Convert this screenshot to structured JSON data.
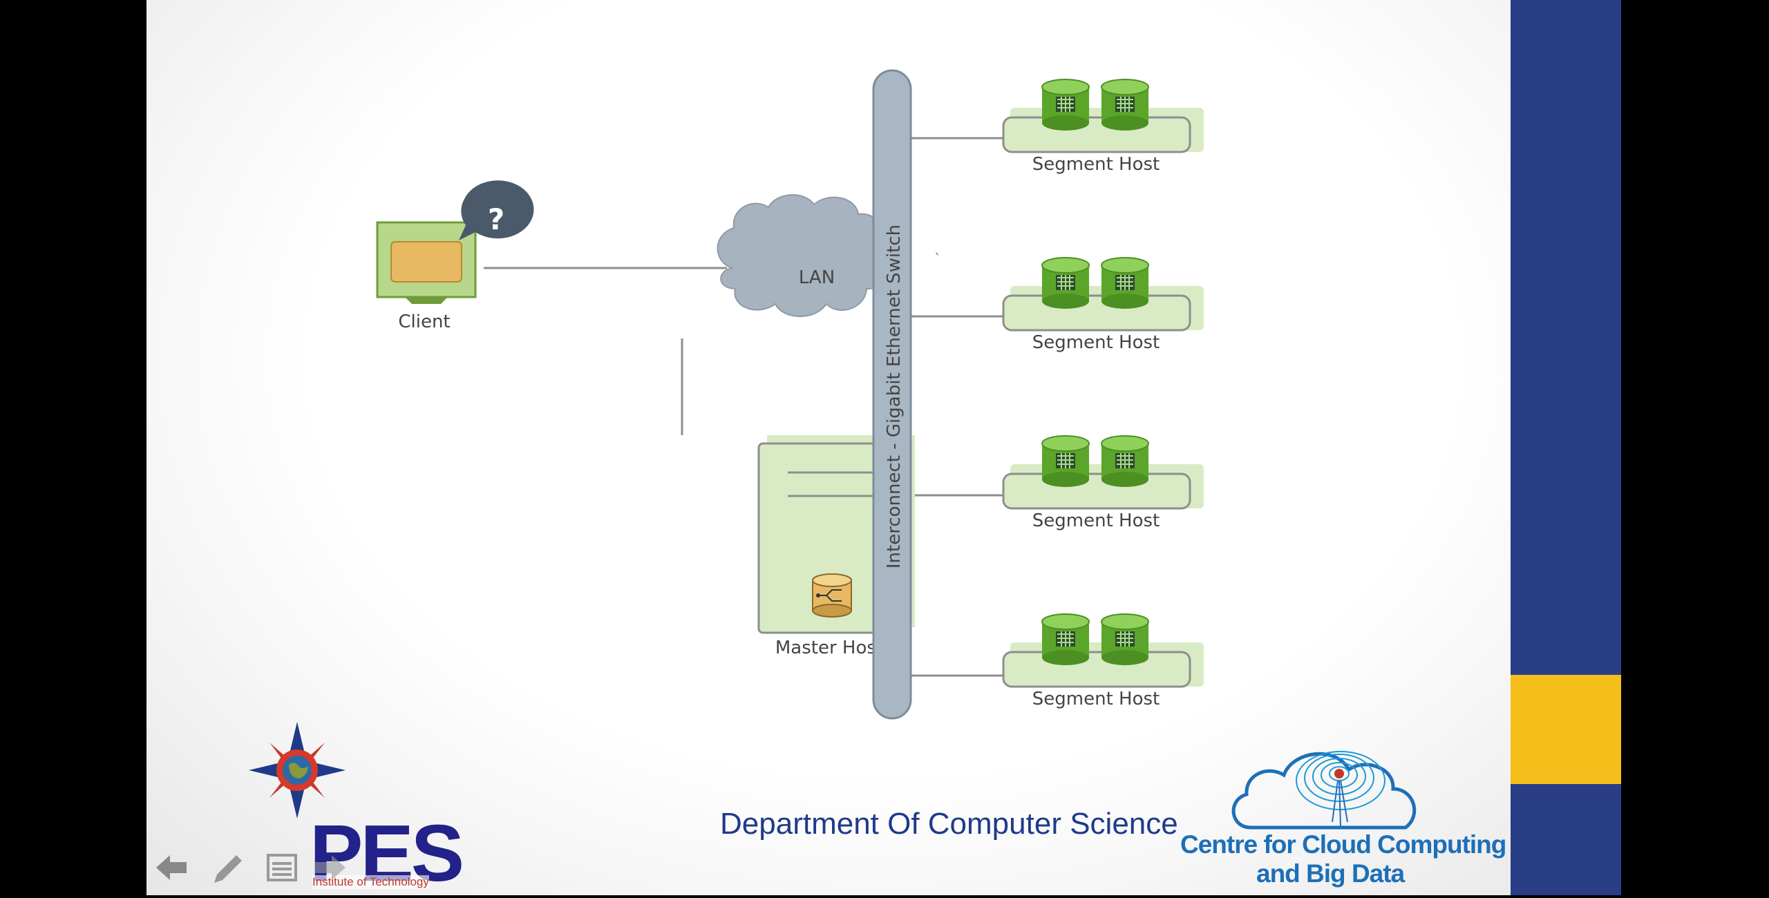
{
  "diagram": {
    "client_label": "Client",
    "client_bubble": "?",
    "lan_label": "LAN",
    "master_label": "Master Host",
    "switch_label": "Interconnect - Gigabit Ethernet Switch",
    "segment_hosts": [
      {
        "label": "Segment Host"
      },
      {
        "label": "Segment Host"
      },
      {
        "label": "Segment Host"
      },
      {
        "label": "Segment Host"
      }
    ]
  },
  "footer": {
    "department": "Department Of Computer Science",
    "pes_logo_text": "PES",
    "pes_logo_subtext": "Institute of Technology",
    "cloud_logo_line1": "Centre for Cloud Computing",
    "cloud_logo_line2": "and  Big Data"
  },
  "colors": {
    "sidebar_blue": "#293e87",
    "sidebar_yellow": "#f6be1a",
    "host_green": "#d9ebc4",
    "disk_green": "#5aa52a",
    "switch_gray": "#a9b6c4",
    "cloud_gray": "#a7b3be"
  },
  "nav_icons": [
    "arrow-left-icon",
    "pen-icon",
    "menu-icon",
    "arrow-right-icon"
  ]
}
